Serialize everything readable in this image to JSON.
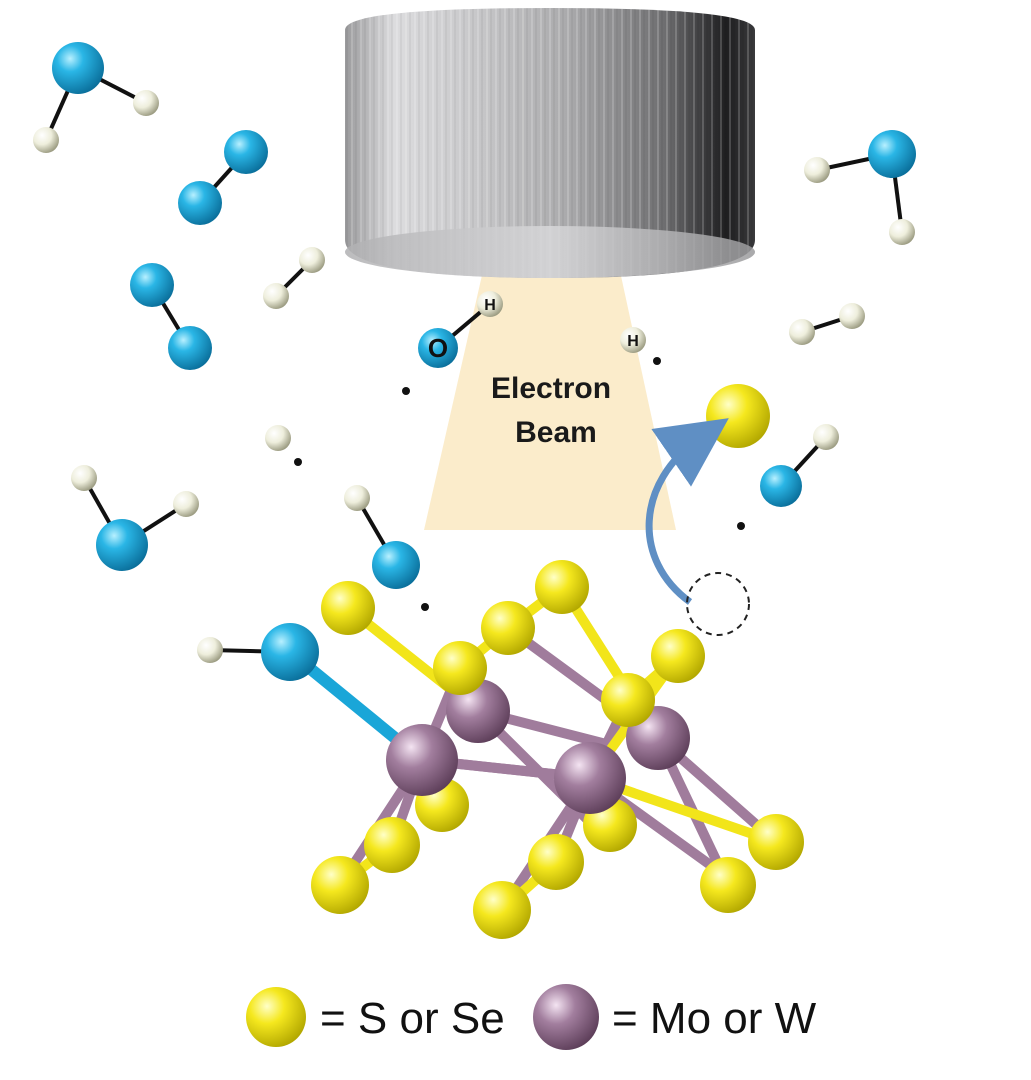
{
  "beam": {
    "line1": "Electron",
    "line2": "Beam"
  },
  "dissociated_water": {
    "oxygen_label": "O",
    "hydrogen_label": "H",
    "free_hydrogen_label": "H"
  },
  "legend": {
    "chalcogen_text": "= S or Se",
    "metal_text": "= Mo or W"
  },
  "colors": {
    "oxygen": "#1aa6d8",
    "hydrogen": "#eeeede",
    "chalcogen": "#f2e51a",
    "metal": "#a07c9c",
    "beam": "#fbeccb",
    "arrow": "#5f8fc4"
  }
}
